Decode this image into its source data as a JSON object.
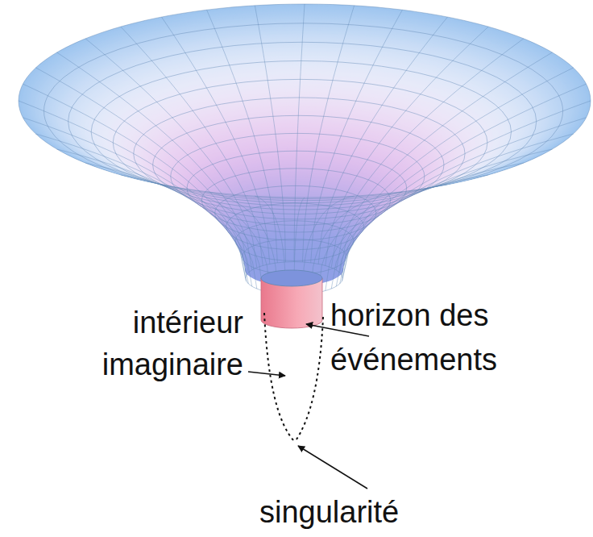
{
  "diagram": {
    "labels": [
      "intérieur imaginaire",
      "horizon des événements",
      "singularité"
    ]
  }
}
